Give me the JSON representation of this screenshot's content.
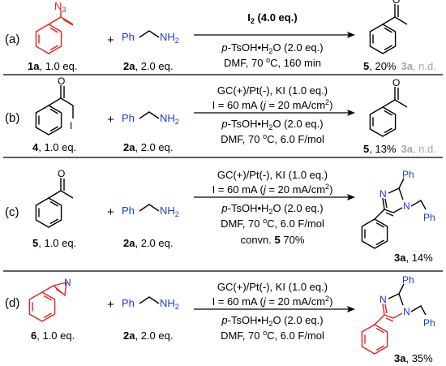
{
  "colors": {
    "highlight": "#e8201c",
    "blue": "#1a3bd6",
    "grey": "#a6a6a6",
    "ink": "#000000"
  },
  "rows": [
    {
      "label": "(a)",
      "plus": "+",
      "reactant1": {
        "name": "1a",
        "eq": ", 1.0 eq.",
        "azide": "N",
        "azide_sub": "3"
      },
      "reactant2": {
        "name": "2a",
        "eq": ", 2.0 eq.",
        "ph": "Ph",
        "amine": "NH",
        "amine_sub": "2"
      },
      "conditions": [
        "I",
        "2",
        " (4.0 eq.)",
        "p",
        "-TsOH•H",
        "2",
        "O (2.0 eq.)",
        "DMF, 70 ",
        "o",
        "C, 160 min"
      ],
      "product": {
        "name": "5",
        "yield": ", 20%",
        "alt_name": "3a",
        "alt_yield": ", n.d."
      }
    },
    {
      "label": "(b)",
      "plus": "+",
      "reactant1": {
        "name": "4",
        "eq": ", 1.0 eq.",
        "iodo": "I"
      },
      "reactant2": {
        "name": "2a",
        "eq": ", 2.0 eq.",
        "ph": "Ph",
        "amine": "NH",
        "amine_sub": "2"
      },
      "conditions": [
        "GC(+)/Pt(-), KI (1.0 eq.)",
        "I = 60 mA (",
        "j",
        " = 20 mA/cm",
        "2",
        ")",
        "p",
        "-TsOH•H",
        "2",
        "O (2.0 eq.)",
        "DMF, 70 ",
        "o",
        "C, 6.0 F/mol"
      ],
      "product": {
        "name": "5",
        "yield": ", 13%",
        "alt_name": "3a",
        "alt_yield": ", n.d."
      }
    },
    {
      "label": "(c)",
      "plus": "+",
      "reactant1": {
        "name": "5",
        "eq": ", 1.0 eq."
      },
      "reactant2": {
        "name": "2a",
        "eq": ", 2.0 eq.",
        "ph": "Ph",
        "amine": "NH",
        "amine_sub": "2"
      },
      "conditions": [
        "GC(+)/Pt(-), KI (1.0 eq.)",
        "I = 60 mA (",
        "j",
        " = 20 mA/cm",
        "2",
        ")",
        "p",
        "-TsOH•H",
        "2",
        "O (2.0 eq.)",
        "DMF, 70 ",
        "o",
        "C, 6.0 F/mol",
        "convn. ",
        "5",
        " 70%"
      ],
      "product": {
        "name": "3a",
        "yield": ", 14%",
        "ph1": "Ph",
        "ph2": "Ph",
        "n1": "N",
        "n2": "N"
      }
    },
    {
      "label": "(d)",
      "plus": "+",
      "reactant1": {
        "name": "6",
        "eq": ", 1.0 eq.",
        "azirine_n": "N"
      },
      "reactant2": {
        "name": "2a",
        "eq": ", 2.0 eq.",
        "ph": "Ph",
        "amine": "NH",
        "amine_sub": "2"
      },
      "conditions": [
        "GC(+)/Pt(-), KI (1.0 eq.)",
        "I = 60 mA (",
        "j",
        " = 20 mA/cm",
        "2",
        ")",
        "p",
        "-TsOH•H",
        "2",
        "O (2.0 eq.)",
        "DMF, 70 ",
        "o",
        "C, 6.0 F/mol"
      ],
      "product": {
        "name": "3a",
        "yield": ", 35%",
        "ph1": "Ph",
        "ph2": "Ph",
        "n1": "N",
        "n2": "N"
      }
    }
  ]
}
